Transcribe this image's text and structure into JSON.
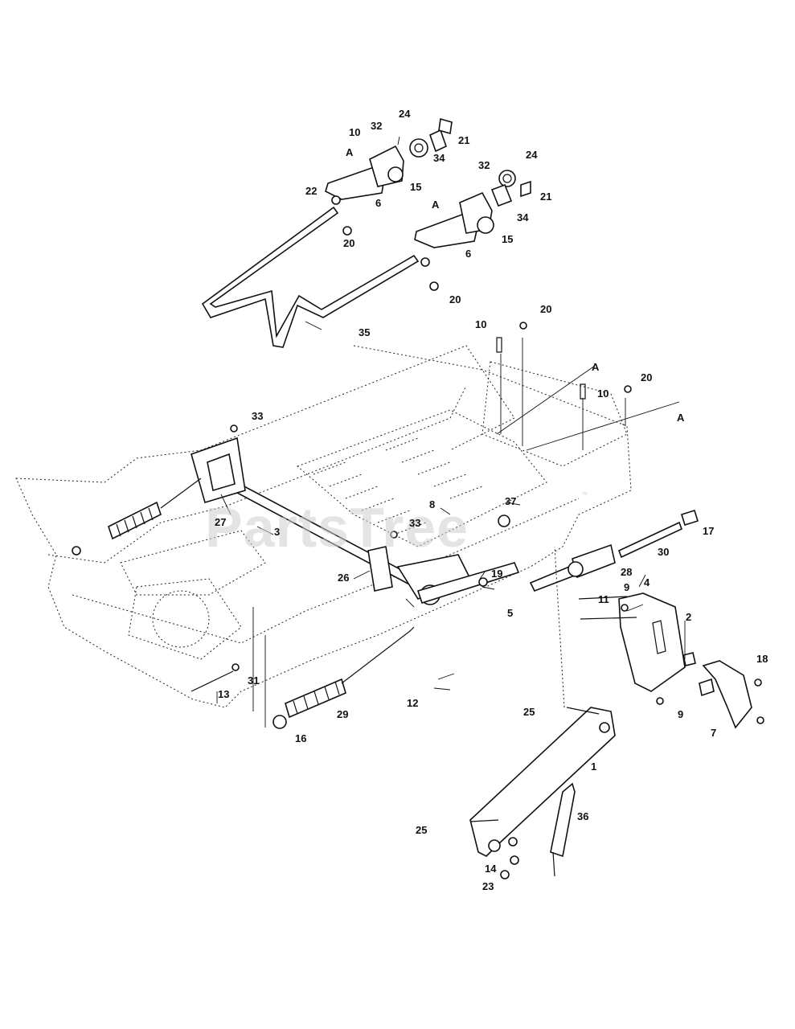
{
  "watermark": {
    "text": "PartsTree",
    "trademark": "™"
  },
  "callouts": [
    "1",
    "2",
    "3",
    "4",
    "5",
    "6",
    "6",
    "7",
    "8",
    "9",
    "9",
    "10",
    "10",
    "10",
    "11",
    "12",
    "13",
    "14",
    "15",
    "15",
    "16",
    "17",
    "18",
    "19",
    "20",
    "20",
    "20",
    "20",
    "21",
    "21",
    "22",
    "23",
    "24",
    "24",
    "25",
    "25",
    "26",
    "27",
    "28",
    "29",
    "30",
    "31",
    "32",
    "32",
    "33",
    "33",
    "34",
    "34",
    "35",
    "36",
    "37",
    "A",
    "A",
    "A",
    "A"
  ]
}
